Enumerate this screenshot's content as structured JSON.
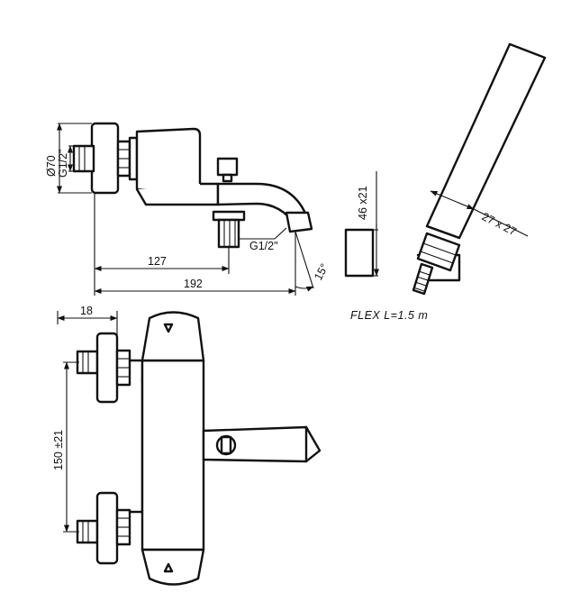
{
  "dimensions": {
    "diameter_70": "Ø70",
    "thread_top_left": "G1/2\"",
    "thread_spout": "G1/2\"",
    "length_127": "127",
    "length_192": "192",
    "angle_15": "15°",
    "height_46": "46 x21",
    "size_27": "27 x 27",
    "depth_18": "18",
    "spacing_150": "150 ±21"
  },
  "notes": {
    "hose": "FLEX L=1.5 m"
  }
}
